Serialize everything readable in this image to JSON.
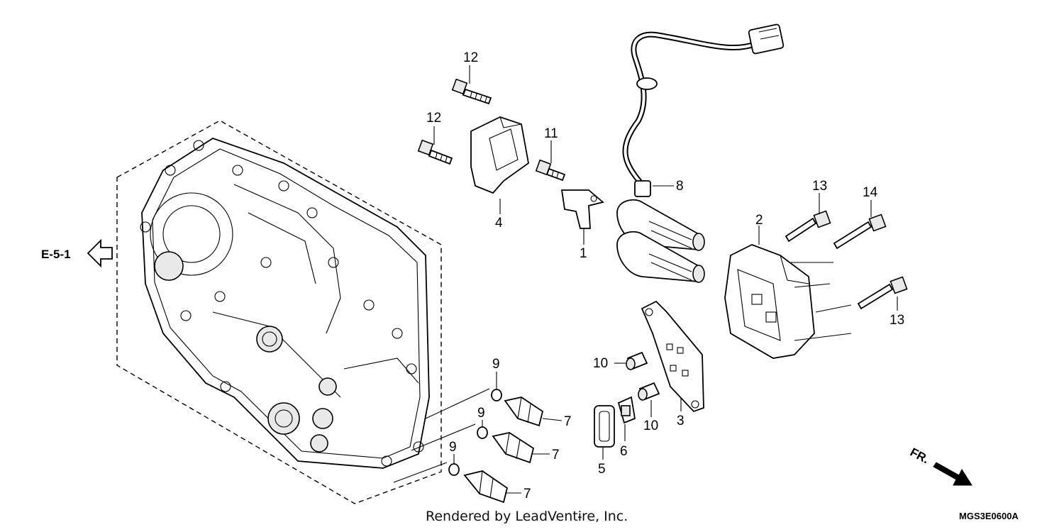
{
  "callouts": {
    "c1": "1",
    "c2": "2",
    "c3": "3",
    "c4": "4",
    "c5": "5",
    "c6": "6",
    "c7a": "7",
    "c7b": "7",
    "c7c": "7",
    "c8": "8",
    "c9a": "9",
    "c9b": "9",
    "c9c": "9",
    "c10a": "10",
    "c10b": "10",
    "c11": "11",
    "c12a": "12",
    "c12b": "12",
    "c13a": "13",
    "c13b": "13",
    "c14": "14"
  },
  "reference": {
    "label": "E-5-1"
  },
  "direction": {
    "label": "FR."
  },
  "footer": {
    "credit": "Rendered by LeadVentɨre, Inc.",
    "diagram_code": "MGS3E0600A"
  }
}
